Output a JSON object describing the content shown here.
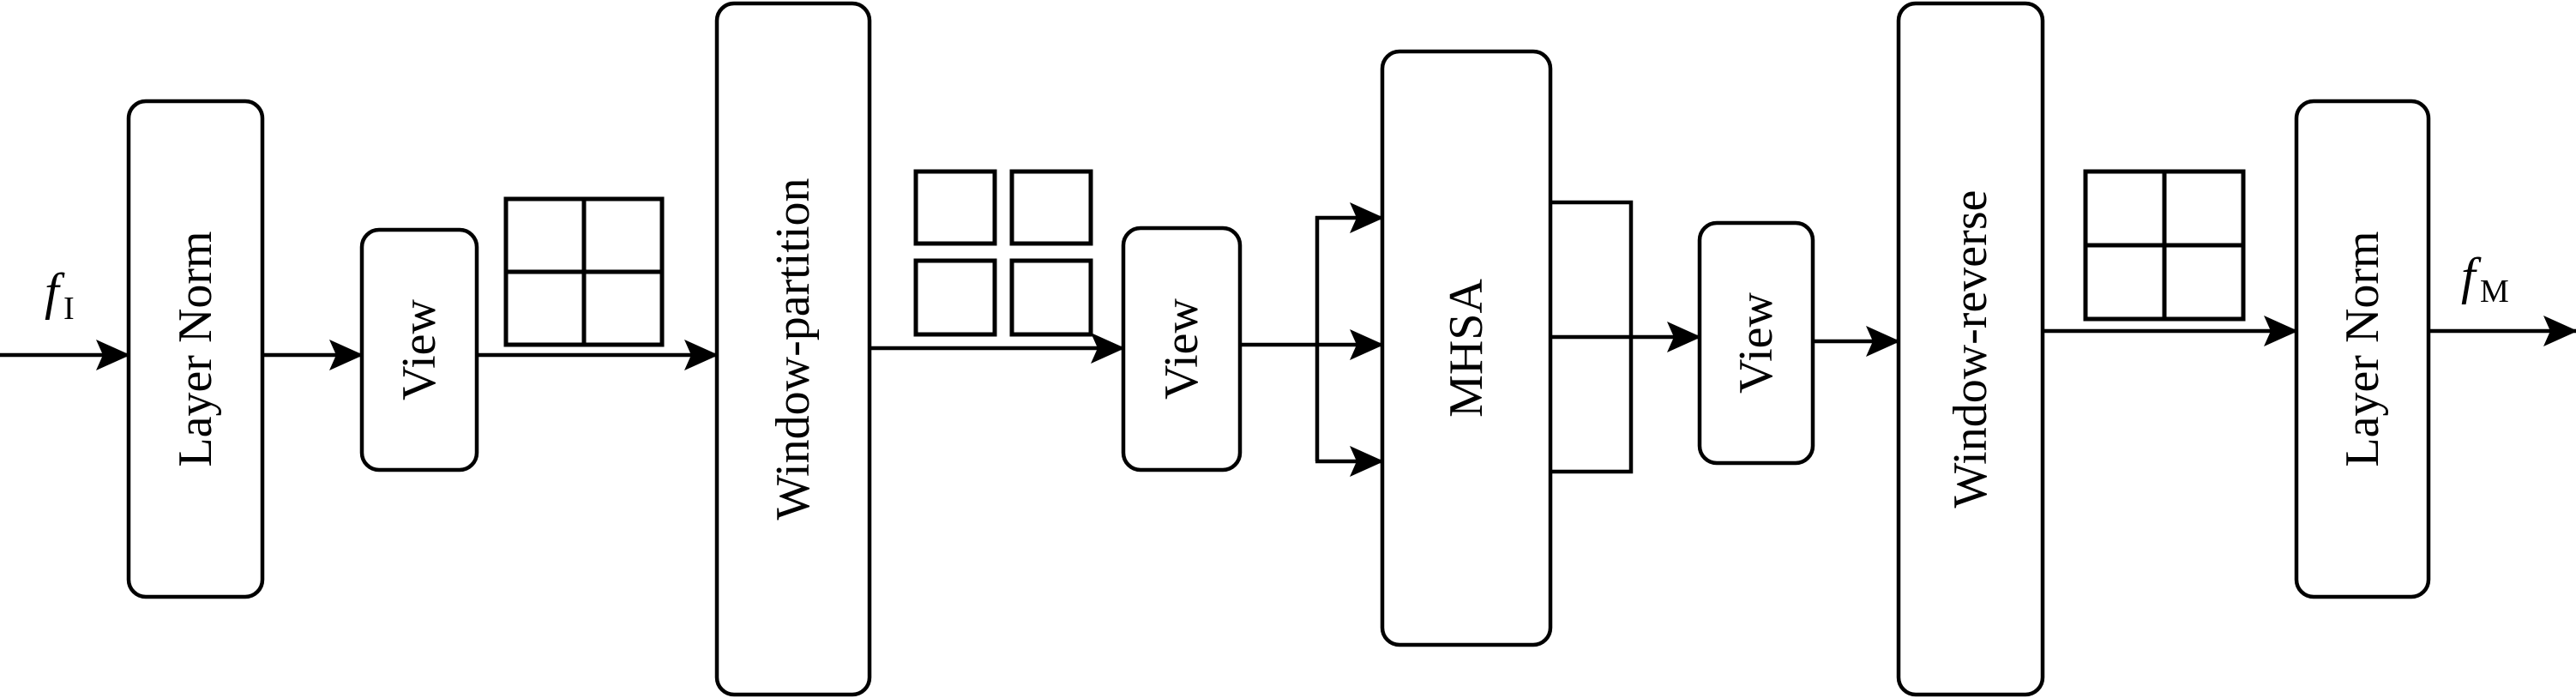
{
  "input_label": {
    "main": "f",
    "sub": "I"
  },
  "output_label": {
    "main": "f",
    "sub": "M"
  },
  "blocks": {
    "layer_norm_1": "Layer Norm",
    "view_1": "View",
    "window_partition": "Window-partition",
    "view_2": "View",
    "mhsa": "MHSA",
    "view_3": "View",
    "window_reverse": "Window-reverse",
    "layer_norm_2": "Layer Norm"
  }
}
